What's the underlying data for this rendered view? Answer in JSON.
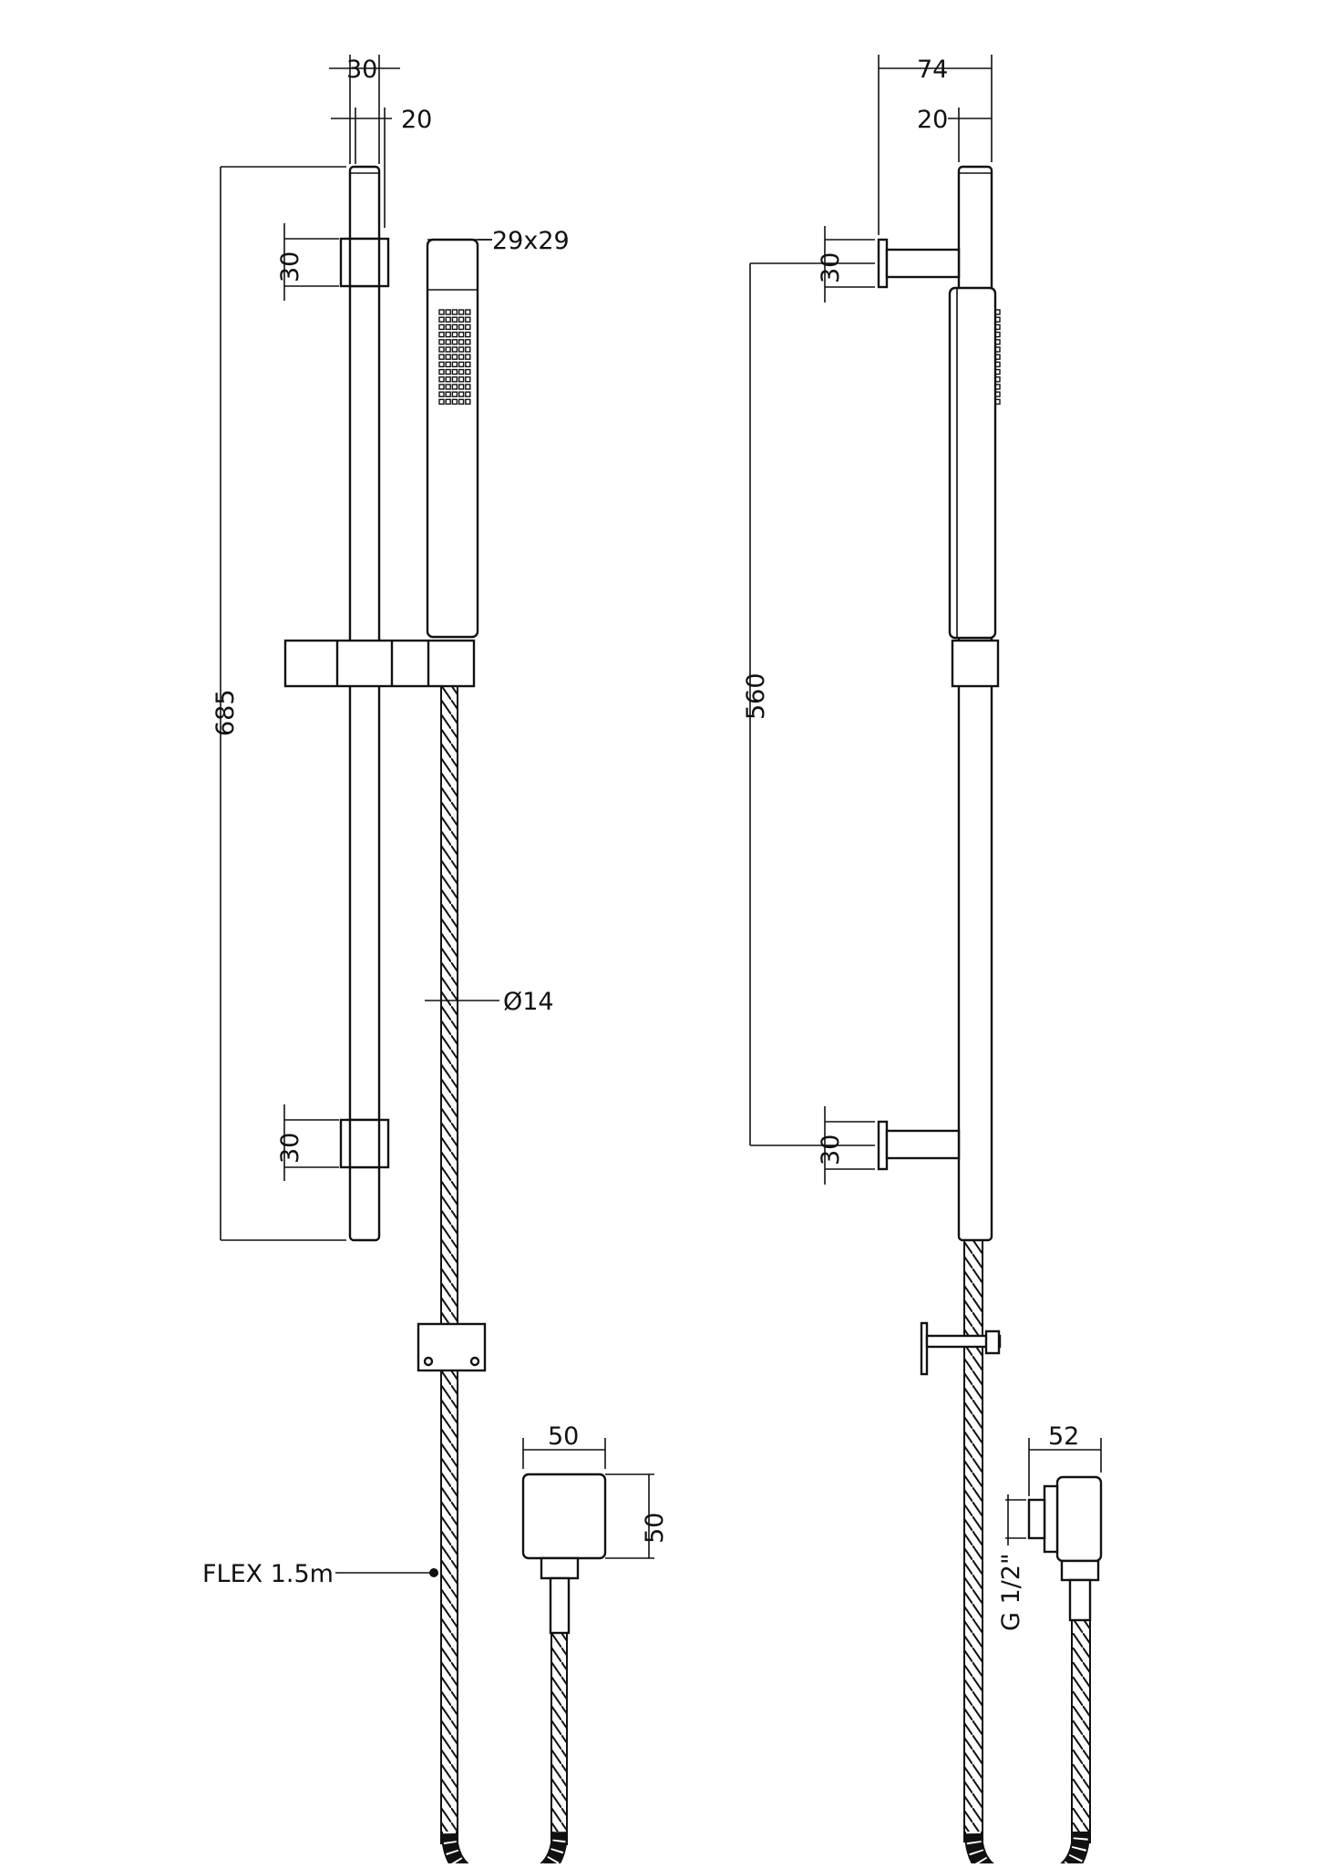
{
  "front_view": {
    "rail_width": "30",
    "rail_diameter": "20",
    "bracket_top": "30",
    "bracket_bottom": "30",
    "rail_length": "685",
    "handset_size": "29x29",
    "hose_diameter": "Ø14",
    "hose_length": "FLEX 1.5m",
    "outlet_width": "50",
    "outlet_height": "50"
  },
  "side_view": {
    "projection": "74",
    "rail_diameter": "20",
    "bracket_top": "30",
    "bracket_bottom": "30",
    "bracket_centres": "560",
    "outlet_depth": "52",
    "outlet_thread": "G 1/2\""
  },
  "colors": {
    "line": "#111111",
    "background": "#ffffff"
  }
}
